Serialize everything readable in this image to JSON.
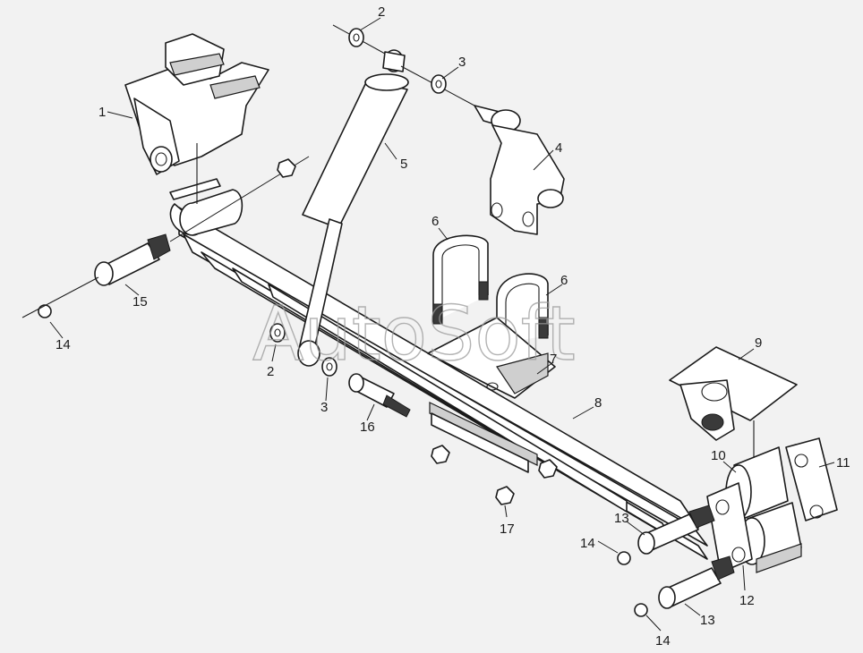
{
  "watermark": "AutoSoft",
  "callouts": [
    {
      "id": "c1",
      "label": "1"
    },
    {
      "id": "c2a",
      "label": "2"
    },
    {
      "id": "c3a",
      "label": "3"
    },
    {
      "id": "c4",
      "label": "4"
    },
    {
      "id": "c5",
      "label": "5"
    },
    {
      "id": "c6a",
      "label": "6"
    },
    {
      "id": "c6b",
      "label": "6"
    },
    {
      "id": "c7",
      "label": "7"
    },
    {
      "id": "c8",
      "label": "8"
    },
    {
      "id": "c9",
      "label": "9"
    },
    {
      "id": "c10",
      "label": "10"
    },
    {
      "id": "c11",
      "label": "11"
    },
    {
      "id": "c12",
      "label": "12"
    },
    {
      "id": "c13a",
      "label": "13"
    },
    {
      "id": "c13b",
      "label": "13"
    },
    {
      "id": "c14a",
      "label": "14"
    },
    {
      "id": "c14b",
      "label": "14"
    },
    {
      "id": "c14c",
      "label": "14"
    },
    {
      "id": "c15",
      "label": "15"
    },
    {
      "id": "c16",
      "label": "16"
    },
    {
      "id": "c17",
      "label": "17"
    },
    {
      "id": "c2b",
      "label": "2"
    },
    {
      "id": "c3b",
      "label": "3"
    }
  ]
}
